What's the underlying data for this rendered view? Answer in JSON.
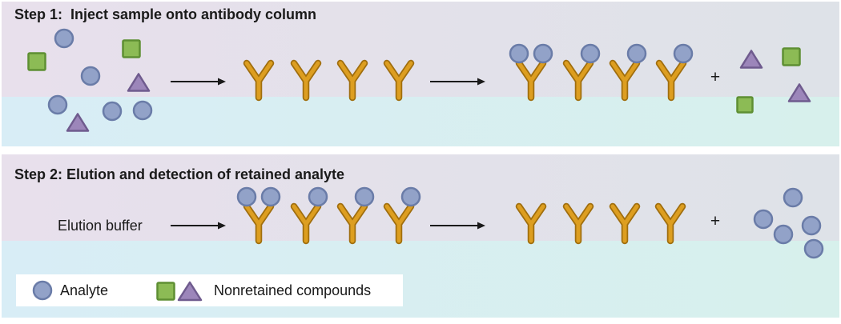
{
  "step1": {
    "title": "Step 1:  Inject sample onto antibody column",
    "plus": "+"
  },
  "step2": {
    "title": "Step 2: Elution and detection of retained analyte",
    "elution_label": "Elution buffer",
    "plus": "+"
  },
  "legend": {
    "analyte_label": "Analyte",
    "nonretained_label": "Nonretained compounds"
  },
  "icons": {
    "analyte": "blue-circle-icon",
    "nonretained_compound_1": "green-square-icon",
    "nonretained_compound_2": "purple-triangle-icon",
    "antibody": "y-antibody-icon",
    "flow": "right-arrow-icon"
  },
  "figure_summary": {
    "step1": {
      "sample_mixture": {
        "analytes": 5,
        "green_squares": 2,
        "purple_triangles": 2
      },
      "antibody_column_antibodies": 4,
      "bound_analytes": 5,
      "washed_out_nonretained": {
        "green_squares": 2,
        "purple_triangles": 2
      }
    },
    "step2": {
      "antibodies_with_bound_analyte": 4,
      "bound_analytes": 5,
      "bare_antibodies_after_elution": 4,
      "released_analytes": 5
    }
  },
  "colors": {
    "background": "#ffffff",
    "panel_top_left": "#e8e0ec",
    "panel_top_right": "#dee2e8",
    "panel_bottom_left": "#d8edf6",
    "panel_bottom_right": "#d7f0ec",
    "analyte_fill": "#92a2c8",
    "analyte_stroke": "#6a7ca8",
    "square_fill": "#8cbb55",
    "square_stroke": "#5e8f33",
    "triangle_fill": "#9c86ba",
    "triangle_stroke": "#6f5b8e",
    "antibody_fill": "#dd9e20",
    "antibody_stroke": "#a06e0e",
    "arrow": "#1a1a1a",
    "text": "#1a1a1a",
    "legend_box": "#ffffff"
  }
}
